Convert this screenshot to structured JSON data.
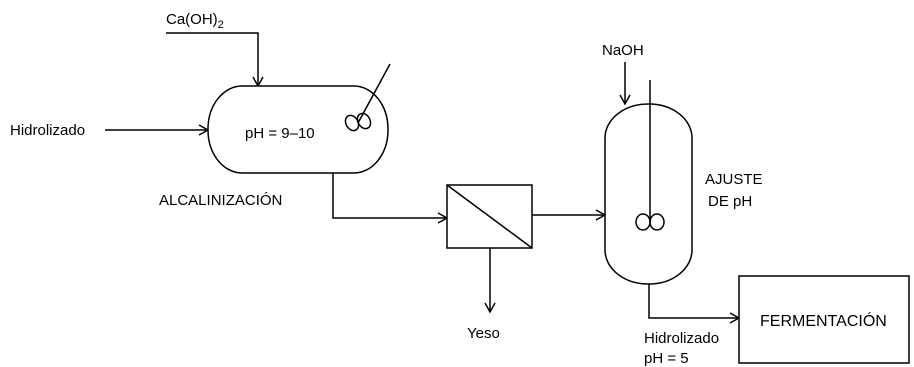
{
  "diagram": {
    "labels": {
      "base_reagent": "Ca(OH)",
      "base_reagent_subscript": "2",
      "feed_input": "Hidrolizado",
      "alkalinization_ph": "pH = 9–10",
      "alkalinization_unit": "ALCALINIZACIÓN",
      "acid_reagent": "NaOH",
      "ph_adjust_line1": "AJUSTE",
      "ph_adjust_line2": "DE pH",
      "byproduct": "Yeso",
      "output_stream_line1": "Hidrolizado",
      "output_stream_line2": "pH = 5",
      "fermentation_unit": "FERMENTACIÓN"
    },
    "colors": {
      "stroke": "#000000",
      "background": "#ffffff"
    }
  }
}
